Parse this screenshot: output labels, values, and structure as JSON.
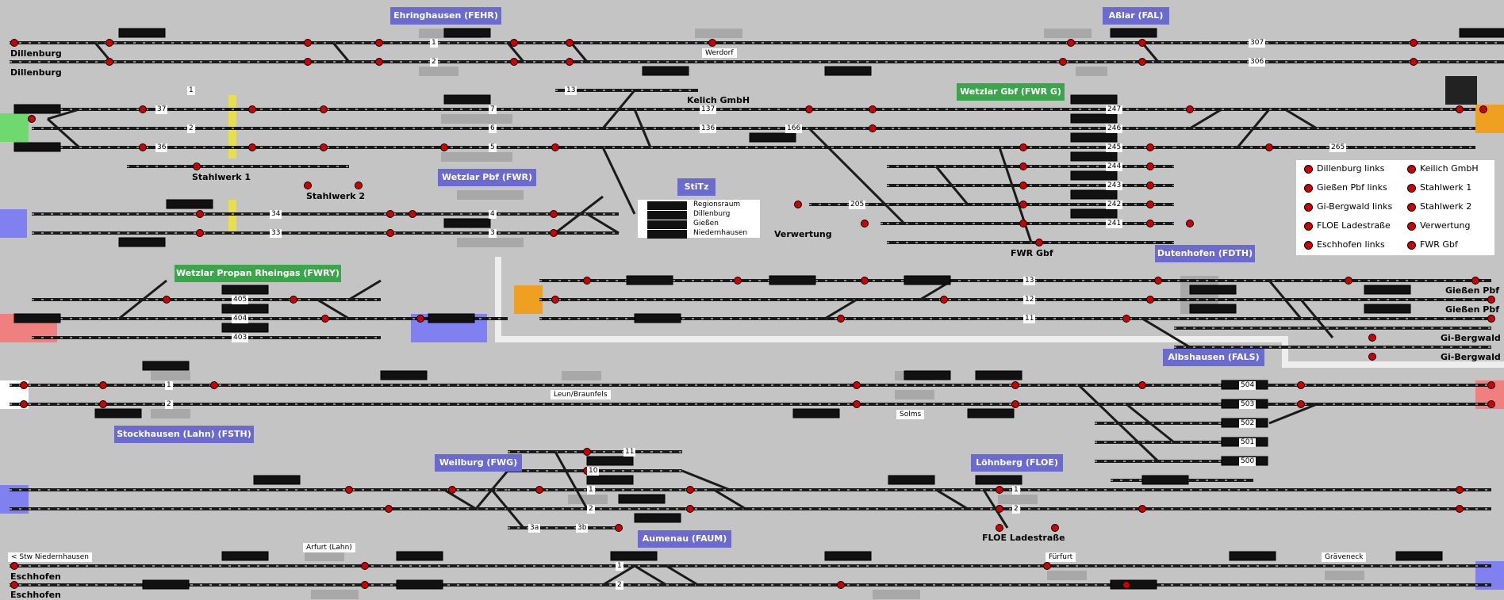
{
  "stations": [
    {
      "name": "Ehringhausen (FEHR)",
      "style": "blue"
    },
    {
      "name": "Aßlar (FAL)",
      "style": "blue"
    },
    {
      "name": "Wetzlar Gbf (FWR G)",
      "style": "green"
    },
    {
      "name": "Wetzlar Pbf (FWR)",
      "style": "blue"
    },
    {
      "name": "StiTz",
      "style": "blue"
    },
    {
      "name": "Wetzlar Propan Rheingas (FWRY)",
      "style": "green"
    },
    {
      "name": "Dutenhofen (FDTH)",
      "style": "blue"
    },
    {
      "name": "Albshausen (FALS)",
      "style": "blue"
    },
    {
      "name": "Stockhausen (Lahn) (FSTH)",
      "style": "blue"
    },
    {
      "name": "Weilburg (FWG)",
      "style": "blue"
    },
    {
      "name": "Löhnberg (FLOE)",
      "style": "blue"
    },
    {
      "name": "Aumenau (FAUM)",
      "style": "blue"
    }
  ],
  "place_labels": [
    "Dillenburg",
    "Dillenburg",
    "Kelich GmbH",
    "Stahlwerk 1",
    "Stahlwerk 2",
    "Verwertung",
    "FWR Gbf",
    "Gießen Pbf",
    "Gießen Pbf",
    "Gi-Bergwald",
    "Gi-Bergwald",
    "FLOE Ladestraße",
    "Eschhofen",
    "Eschhofen"
  ],
  "line_tags": [
    "Werdorf",
    "Leun/Braunfels",
    "Solms",
    "Arfurt (Lahn)",
    "Fürfurt",
    "Gräveneck",
    "< Stw Niedernhausen"
  ],
  "track_numbers": [
    "1",
    "2",
    "307",
    "306",
    "13",
    "137",
    "136",
    "166",
    "247",
    "246",
    "245",
    "244",
    "243",
    "242",
    "241",
    "265",
    "205",
    "37",
    "36",
    "34",
    "33",
    "7",
    "6",
    "5",
    "4",
    "3",
    "405",
    "404",
    "403",
    "13",
    "12",
    "11",
    "1",
    "2",
    "504",
    "503",
    "502",
    "501",
    "500",
    "11",
    "10",
    "1",
    "2",
    "3a",
    "3b",
    "1",
    "2",
    "1",
    "2",
    "1",
    "2"
  ],
  "stitz_box": [
    "Regionsraum",
    "Dillenburg",
    "Gießen",
    "Niedernhausen"
  ],
  "legend": [
    "Dillenburg links",
    "Keilich GmbH",
    "Gießen Pbf links",
    "Stahlwerk 1",
    "Gi-Bergwald links",
    "Stahlwerk 2",
    "FLOE Ladestraße",
    "Verwertung",
    "Eschhofen links",
    "FWR Gbf"
  ],
  "colors": {
    "background": "#c4c4c4",
    "track": "#1a1a1a",
    "signal_red": "#cc0000",
    "station_blue": "#6a6acf",
    "station_green": "#3aa54a",
    "block": "#111111"
  }
}
